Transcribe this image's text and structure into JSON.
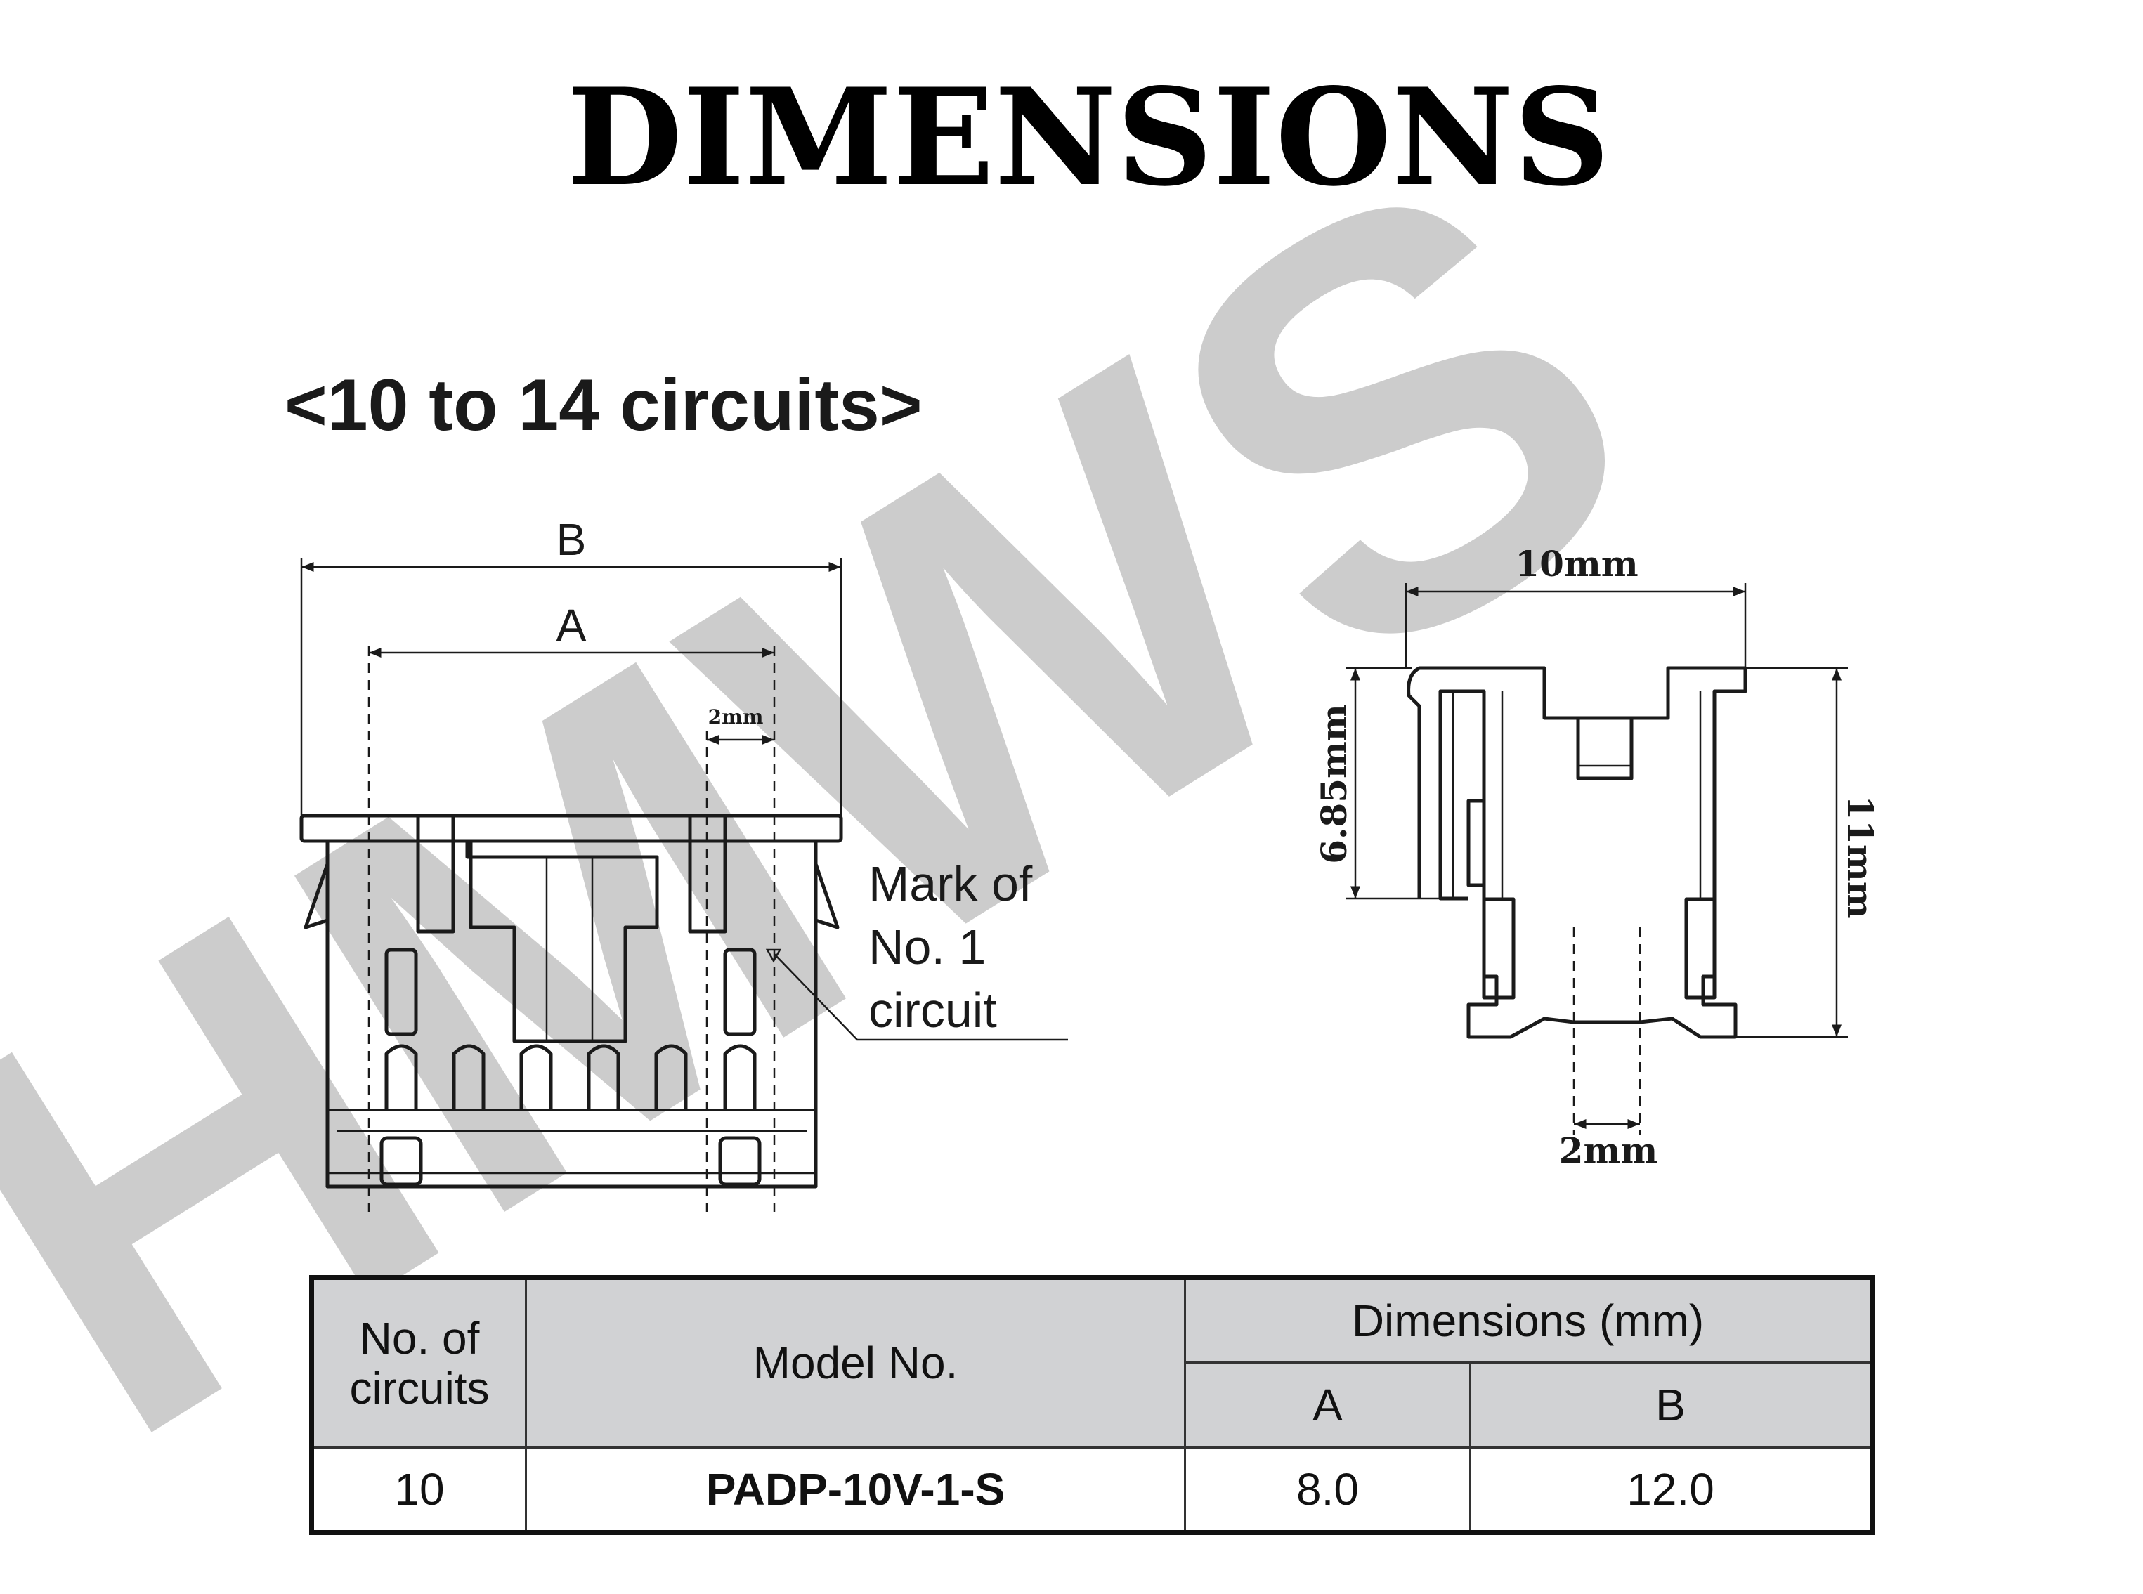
{
  "title": "DIMENSIONS",
  "subtitle": "<10 to 14 circuits>",
  "watermark": "HMWS",
  "front_view": {
    "dim_b_label": "B",
    "dim_a_label": "A",
    "pitch_label": "2mm",
    "callout_lines": [
      "Mark of",
      "No. 1",
      "circuit"
    ]
  },
  "side_view": {
    "width_label": "10mm",
    "height_label": "6.85mm",
    "total_height_label": "11mm",
    "pitch_label": "2mm"
  },
  "table": {
    "header_circuits": [
      "No. of",
      "circuits"
    ],
    "header_model": "Model No.",
    "header_dimensions": "Dimensions (mm)",
    "header_a": "A",
    "header_b": "B",
    "rows": [
      {
        "circuits": "10",
        "model": "PADP-10V-1-S",
        "a": "8.0",
        "b": "12.0"
      }
    ]
  },
  "colors": {
    "watermark": "#cccccc",
    "table_header": "#d1d2d4",
    "ink": "#1a1a1a"
  }
}
